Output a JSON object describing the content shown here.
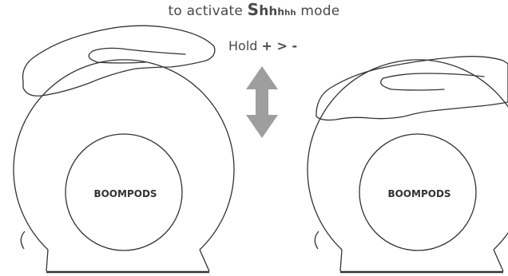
{
  "caption": {
    "prefix": "to activate",
    "shh": [
      "S",
      "h",
      "h",
      "h",
      "h",
      "h"
    ],
    "suffix": "mode"
  },
  "hold": {
    "label": "Hold",
    "keys": "+ > -"
  },
  "speakers": [
    {
      "logo": "BOOMPODS"
    },
    {
      "logo": "BOOMPODS"
    }
  ],
  "colors": {
    "line": "#333333",
    "arrow": "#9e9e9e",
    "text": "#4a4a4a"
  }
}
